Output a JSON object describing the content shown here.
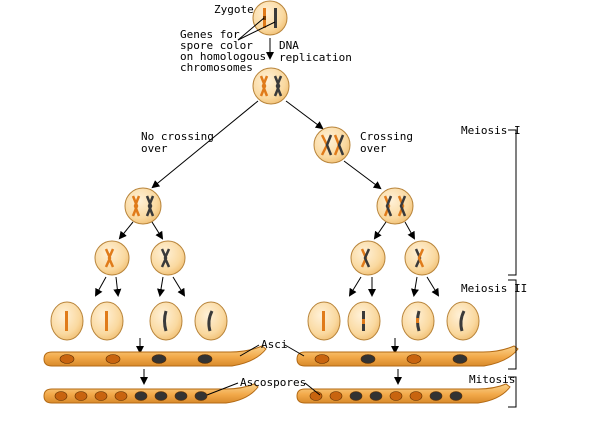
{
  "labels": {
    "zygote": "Zygote",
    "genes_line1": "Genes for",
    "genes_line2": "spore color",
    "genes_line3": "on homologous",
    "genes_line4": "chromosomes",
    "dna_line1": "DNA",
    "dna_line2": "replication",
    "no_crossing_line1": "No crossing",
    "no_crossing_line2": "over",
    "crossing_line1": "Crossing",
    "crossing_line2": "over",
    "meiosis1": "Meiosis I",
    "meiosis2": "Meiosis II",
    "mitosis": "Mitosis",
    "asci": "Asci",
    "ascospores": "Ascospores"
  },
  "colors": {
    "cell_fill": "#fad9a0",
    "cell_stroke": "#b8843a",
    "chrom_orange": "#e07b1a",
    "chrom_dark": "#3a3a3a",
    "spore_orange": "#c8640f",
    "spore_dark": "#333333",
    "ascus_fill": "#f5b35a",
    "ascus_stroke": "#b36a14"
  },
  "ascus_spores": {
    "left_asci": [
      "orange",
      "orange",
      "dark",
      "dark"
    ],
    "right_asci": [
      "orange",
      "dark",
      "orange",
      "dark"
    ],
    "left_ascospores": [
      "orange",
      "orange",
      "orange",
      "orange",
      "dark",
      "dark",
      "dark",
      "dark"
    ],
    "right_ascospores": [
      "orange",
      "orange",
      "dark",
      "dark",
      "orange",
      "orange",
      "dark",
      "dark"
    ]
  }
}
